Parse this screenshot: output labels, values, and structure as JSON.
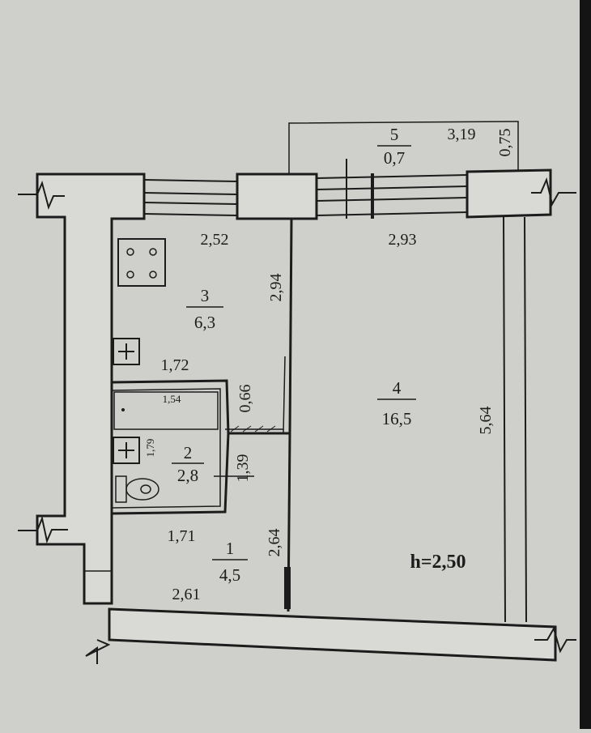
{
  "rooms": [
    {
      "number": "1",
      "area": "4,5"
    },
    {
      "number": "2",
      "area": "2,8"
    },
    {
      "number": "3",
      "area": "6,3"
    },
    {
      "number": "4",
      "area": "16,5"
    },
    {
      "number": "5",
      "area": "0,7"
    }
  ],
  "dimensions": {
    "d_2_52": "2,52",
    "d_2_93": "2,93",
    "d_2_94": "2,94",
    "d_1_72": "1,72",
    "d_1_54": "1,54",
    "d_0_66": "0,66",
    "d_1_79": "1,79",
    "d_1_39": "1,39",
    "d_1_71": "1,71",
    "d_2_64": "2,64",
    "d_2_61": "2,61",
    "d_5_64": "5,64",
    "d_3_19": "3,19",
    "d_0_75": "0,75"
  },
  "ceiling_height": "h=2,50",
  "colors": {
    "paper": "#cfcfcb",
    "ink": "#1c1c1c",
    "wall_fill": "#d9d9d5"
  }
}
